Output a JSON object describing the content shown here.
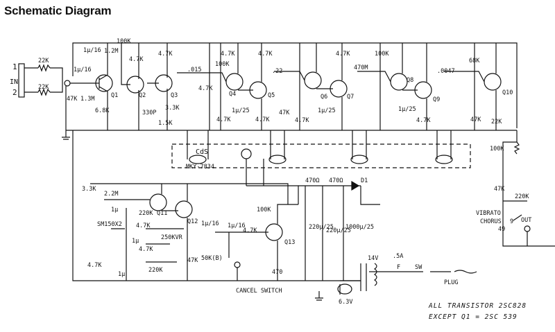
{
  "title": "Schematic Diagram",
  "labels": {
    "in_1": "1",
    "in_2": "2",
    "in": "IN",
    "r_in1": "22K",
    "r_in2": "22K",
    "c1": "1μ/16",
    "r_47k_a": "47K",
    "r_13m": "1.3M",
    "r_68k": "6.8K",
    "c_1u16_b": "1μ/16",
    "r_12m": "1.2M",
    "r_100k_a": "100K",
    "r_47k_b": "4.7K",
    "q1": "Q1",
    "q2": "Q2",
    "q3": "Q3",
    "r_47k_c": "4.7K",
    "c_330p": "330P",
    "r_15k": "1.5K",
    "r_33k": "3.3K",
    "c_015": ".015",
    "r_47k_d": "4.7K",
    "r_100k_b": "100K",
    "r_47k_e": "4.7K",
    "q4": "Q4",
    "q5": "Q5",
    "c_22": ".22",
    "c_1u25_a": "1μ/25",
    "r_47k_f": "4.7K",
    "r_47k_g": "4.7K",
    "r_47k_h": "47K",
    "r_47k_i": "4.7K",
    "q6": "Q6",
    "q7": "Q7",
    "c_470m": "470M",
    "c_1u25_b": "1μ/25",
    "r_47k_j": "4.7K",
    "r_47k_k": "4.7K",
    "r_100k_c": "100K",
    "q8": "Q8",
    "q9": "Q9",
    "c_0047": ".0047",
    "c_1u25_c": "1μ/25",
    "r_47k_l": "4.7K",
    "r_68k_b": "68K",
    "q10": "Q10",
    "r_47k_m": "47K",
    "r_22k": "22K",
    "cds": "CdS",
    "cds_part": "MKY-7834",
    "r_100k_d": "100K",
    "r_47k_n": "47K",
    "r_220k_a": "220K",
    "vibrato": "VIBRATO",
    "chorus": "CHORUS",
    "out": "OUT",
    "sw_9": "9",
    "sw_49": "49",
    "r_33k_b": "3.3K",
    "r_22m": "2.2M",
    "r_220k_b": "220K",
    "q11": "Q11",
    "q12": "Q12",
    "sm150x2": "SM150X2",
    "c_1u_a": "1μ",
    "c_1u_b": "1μ",
    "c_1u_c": "1μ",
    "r_47k_o": "4.7K",
    "r_47k_p": "4.7K",
    "vr_250k": "250KVR",
    "r_47k_q": "4.7K",
    "r_220k_c": "220K",
    "c_1u16_c": "1μ/16",
    "r_50k": "50K(B)",
    "r_47k_r": "47K",
    "c_1u16_d": "1μ/16",
    "r_47k_s": "4.7K",
    "r_100k_e": "100K",
    "q13": "Q13",
    "r_470": "470",
    "cancel_switch": "CANCEL SWITCH",
    "r_470_a": "470Ω",
    "r_470_b": "470Ω",
    "d1": "D1",
    "c_220u_a": "220μ/25",
    "c_220u_b": "220μ/25",
    "c_1000u": "1000μ/25",
    "v_14": "14V",
    "fuse": ".5A",
    "f": "F",
    "sw": "SW",
    "plug": "PLUG",
    "v_63": "6.3V"
  },
  "notes": {
    "line1": "ALL TRANSISTOR 2SC828",
    "line2": "EXCEPT Q1 = 2SC 539"
  }
}
